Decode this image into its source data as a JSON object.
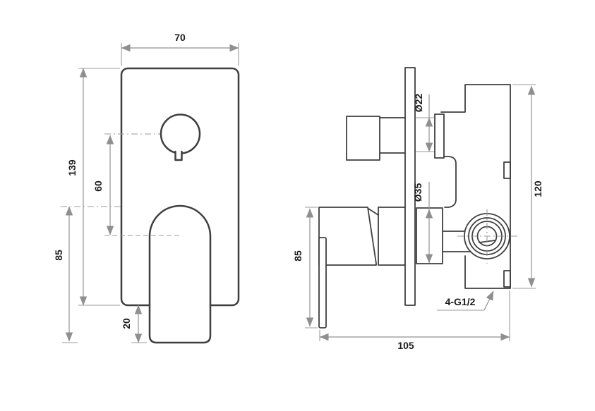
{
  "drawing": {
    "type": "technical-dimension-drawing",
    "subject": "concealed-shower-mixer-with-diverter",
    "views": {
      "front": {
        "name": "front-view",
        "dims": {
          "plate_width": "70",
          "plate_height": "139",
          "circle_to_pivot": "60",
          "pivot_to_handle_end": "85",
          "handle_overhang": "20"
        }
      },
      "side": {
        "name": "side-view",
        "dims": {
          "stem_diameter": "Ø22",
          "cartridge_diameter": "Ø35",
          "body_height": "120",
          "handle_length": "85",
          "overall_depth": "105"
        },
        "annotations": {
          "thread_callout": "4-G1/2"
        }
      }
    },
    "colors": {
      "line": "#3f3f3f",
      "dimension": "#929292",
      "label": "#1c1c1c",
      "background": "#ffffff"
    }
  }
}
